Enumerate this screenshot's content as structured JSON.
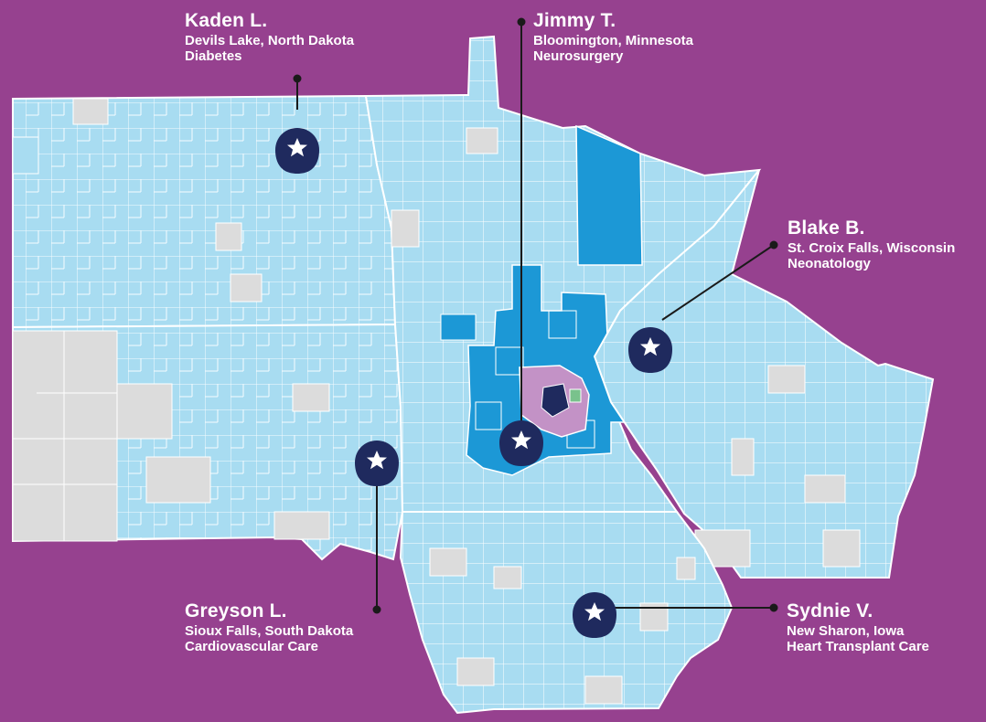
{
  "colors": {
    "background": "#96418f",
    "county_light_blue": "#a8dcf1",
    "county_mid_blue": "#1c98d6",
    "county_gray": "#dcdcdc",
    "county_purple": "#c392c6",
    "county_navy": "#1f2a5e",
    "county_green": "#79c28c",
    "border": "#ffffff",
    "pin": "#1f2a5e",
    "pin_star": "#ffffff",
    "leader_line": "#1a1a1a"
  },
  "patients": [
    {
      "id": "kaden",
      "name": "Kaden  L.",
      "location": "Devils Lake, North Dakota",
      "specialty": "Diabetes",
      "icon": "map-pin-star-icon"
    },
    {
      "id": "jimmy",
      "name": "Jimmy T.",
      "location": "Bloomington, Minnesota",
      "specialty": "Neurosurgery",
      "icon": "map-pin-star-icon"
    },
    {
      "id": "blake",
      "name": "Blake B.",
      "location": "St. Croix Falls, Wisconsin",
      "specialty": "Neonatology",
      "icon": "map-pin-star-icon"
    },
    {
      "id": "greyson",
      "name": "Greyson L.",
      "location": "Sioux Falls, South Dakota",
      "specialty": "Cardiovascular Care",
      "icon": "map-pin-star-icon"
    },
    {
      "id": "sydnie",
      "name": "Sydnie V.",
      "location": "New Sharon, Iowa",
      "specialty": "Heart Transplant Care",
      "icon": "map-pin-star-icon"
    }
  ]
}
